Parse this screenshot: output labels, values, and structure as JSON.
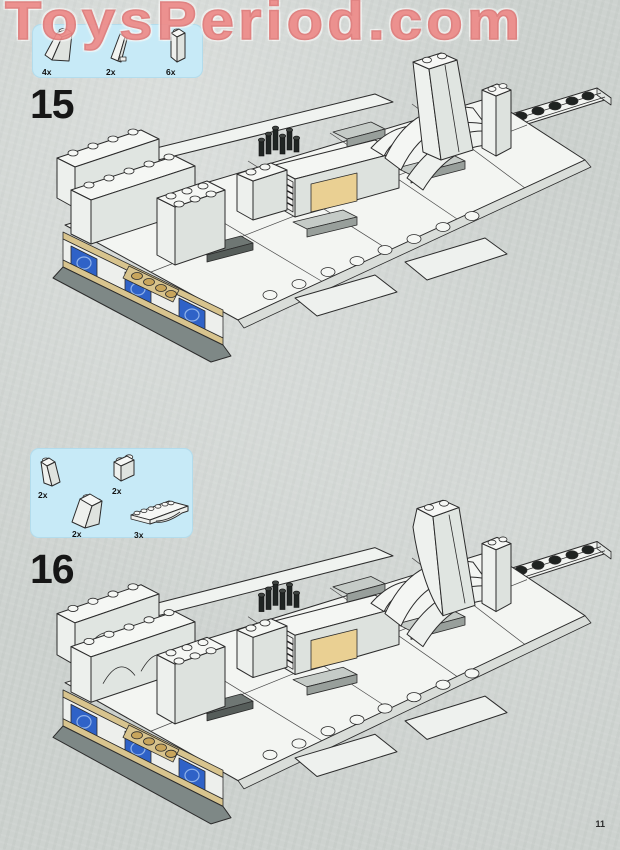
{
  "watermark": {
    "text": "ToysPeriod.com",
    "color": "#ee8c8a"
  },
  "page": {
    "number": "11",
    "background_color": "#cdd2cf"
  },
  "colors": {
    "parts_box_background": "#c7eaf7",
    "brick_white": "#f3f5f2",
    "panel_blue": "#2f62c7",
    "stripe_tan": "#d8c48e",
    "stud_dark_tan": "#c8a55c",
    "base_gray": "#7e8886",
    "round_brick_black": "#1f2321"
  },
  "steps": [
    {
      "number": "15",
      "parts_box": {
        "parts": [
          {
            "part": "slope-brick-45-2x1-white",
            "count": "4x"
          },
          {
            "part": "slope-brick-45-1x1-white",
            "count": "2x"
          },
          {
            "part": "slope-brick-75-2x1x2-white",
            "count": "6x"
          }
        ]
      },
      "illustration": "Isometric view of partially built white transport hull: front bay walls with blue printed panels and tan stripes over a gray base, stud-topped towers, center console with tan door panel and black antenna cluster, curved engine fairing, tall slope tower and rear ramp plate holding six black round bricks"
    },
    {
      "number": "16",
      "parts_box": {
        "parts": [
          {
            "part": "slope-brick-45-2x1-white",
            "count": "2x"
          },
          {
            "part": "brick-1x2-white",
            "count": "2x"
          },
          {
            "part": "slope-brick-75-2x2x2-white",
            "count": "2x"
          },
          {
            "part": "arch-brick-1x6-white",
            "count": "3x"
          }
        ]
      },
      "illustration": "Same hull after step 16: white arch bricks and slopes added to the front bay walls, curved-profile tower at rear beside the ramp plate with six black round bricks"
    }
  ]
}
